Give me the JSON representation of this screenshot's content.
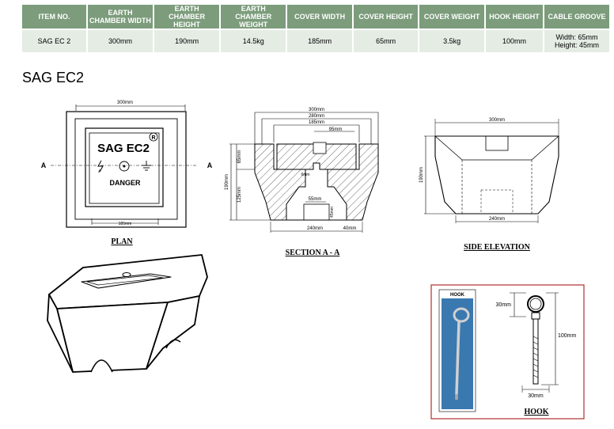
{
  "spec_table": {
    "headers": [
      "ITEM NO.",
      "EARTH CHAMBER WIDTH",
      "EARTH CHAMBER HEIGHT",
      "EARTH CHAMBER WEIGHT",
      "COVER WIDTH",
      "COVER HEIGHT",
      "COVER WEIGHT",
      "HOOK HEIGHT",
      "CABLE GROOVE"
    ],
    "row": [
      "SAG EC 2",
      "300mm",
      "190mm",
      "14.5kg",
      "185mm",
      "65mm",
      "3.5kg",
      "100mm",
      "Width: 65mm\nHeight: 45mm"
    ]
  },
  "product_title": "SAG EC2",
  "plan": {
    "width_label": "300mm",
    "cover_label": "185mm",
    "brand": "SAG EC2",
    "registered": "R",
    "danger": "DANGER",
    "section_mark": "A",
    "caption": "PLAN"
  },
  "section": {
    "dim_300": "300mm",
    "dim_280": "280mm",
    "dim_185": "185mm",
    "dim_95": "95mm",
    "dim_6": "6mm",
    "dim_65_top": "65mm",
    "dim_190": "190mm",
    "dim_125": "125mm",
    "dim_55": "55mm",
    "dim_45": "45mm",
    "dim_240": "240mm",
    "dim_40": "40mm",
    "caption": "SECTION A - A"
  },
  "side": {
    "dim_300": "300mm",
    "dim_190": "190mm",
    "dim_240": "240mm",
    "caption": "SIDE ELEVATION"
  },
  "hook": {
    "photo_label": "HOOK",
    "dim_30_top": "30mm",
    "dim_100": "100mm",
    "dim_30_bottom": "30mm",
    "caption": "HOOK",
    "border_color": "#b03030",
    "photo_bg": "#3a78b0"
  }
}
